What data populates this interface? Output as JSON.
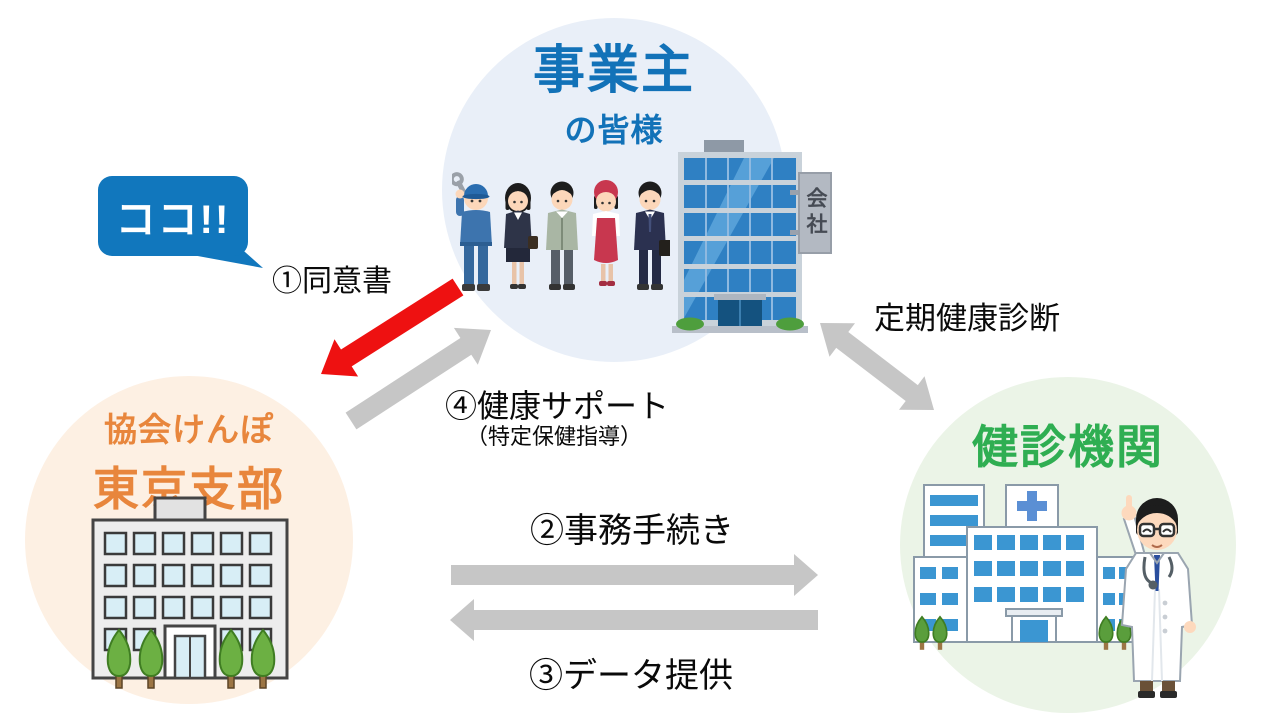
{
  "colors": {
    "page_bg": "#ffffff",
    "top_circle_bg": "#e9eff8",
    "left_circle_bg": "#fdf0e3",
    "right_circle_bg": "#ebf4e7",
    "top_title": "#1272b8",
    "left_title": "#e8863c",
    "right_title": "#2fae52",
    "bubble_bg": "#1177bd",
    "bubble_text": "#ffffff",
    "red_arrow": "#ee1111",
    "gray_arrow": "#c6c6c6",
    "label_text": "#0a0a0a"
  },
  "top_circle": {
    "title": "事業主",
    "subtitle": "の皆様",
    "building_sign": "会社"
  },
  "left_circle": {
    "title_line1": "協会けんぽ",
    "title_line2": "東京支部"
  },
  "right_circle": {
    "title": "健診機関"
  },
  "callout": {
    "text": "ココ!!"
  },
  "flow_labels": {
    "consent": "①同意書",
    "procedures": "②事務手続き",
    "data_provision": "③データ提供",
    "health_support": "④健康サポート",
    "health_support_sub": "（特定保健指導）",
    "periodic_checkup": "定期健康診断"
  }
}
